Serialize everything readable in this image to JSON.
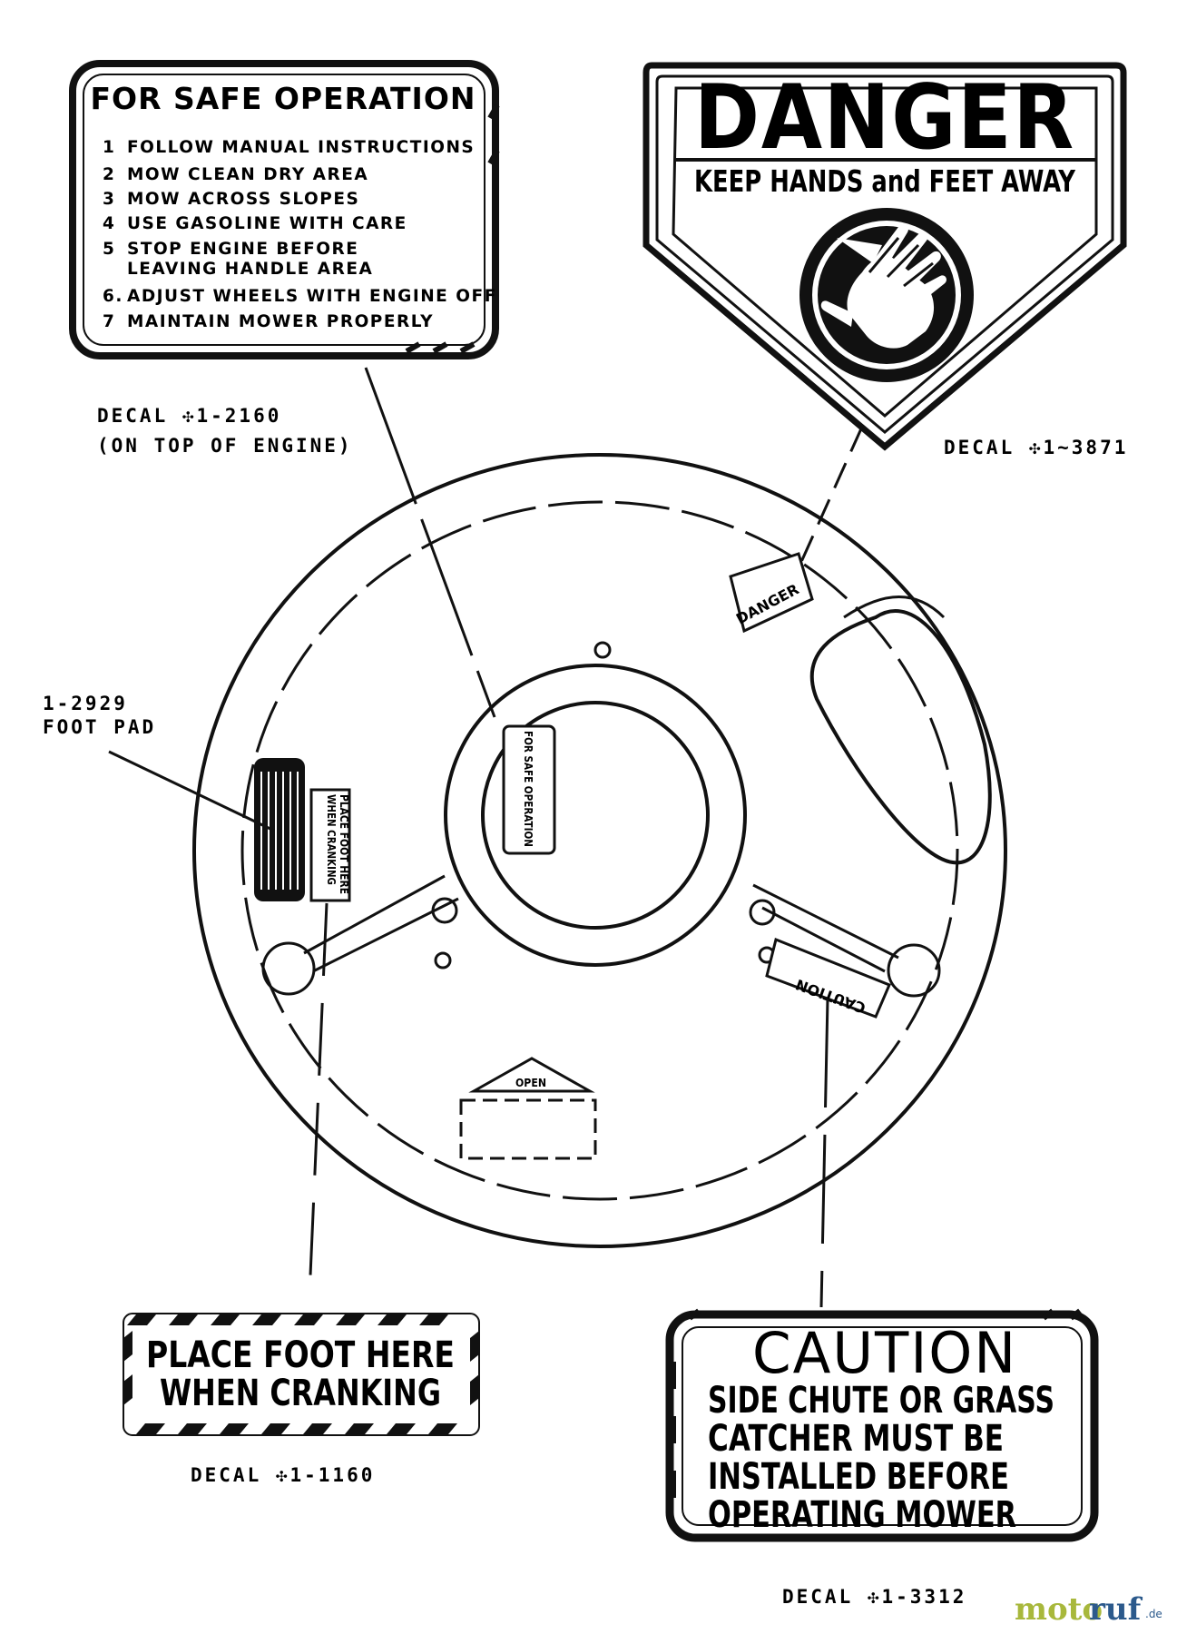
{
  "safe_operation_decal": {
    "title": "FOR SAFE OPERATION",
    "items": [
      {
        "num": "1",
        "text": "FOLLOW MANUAL INSTRUCTIONS"
      },
      {
        "num": "2",
        "text": "MOW CLEAN DRY AREA"
      },
      {
        "num": "3",
        "text": "MOW ACROSS SLOPES"
      },
      {
        "num": "4",
        "text": "USE GASOLINE WITH CARE"
      },
      {
        "num": "5",
        "text": "STOP ENGINE BEFORE"
      },
      {
        "num": "",
        "text": "LEAVING HANDLE AREA"
      },
      {
        "num": "6.",
        "text": "ADJUST WHEELS WITH ENGINE OFF"
      },
      {
        "num": "7",
        "text": "MAINTAIN MOWER PROPERLY"
      }
    ],
    "decal_label": "DECAL ✣1-2160",
    "decal_note": "(ON TOP OF ENGINE)"
  },
  "danger_decal": {
    "title": "DANGER",
    "subtitle": "KEEP HANDS and FEET AWAY",
    "decal_label": "DECAL ✣1~3871"
  },
  "foot_pad": {
    "part": "1-2929",
    "label": "FOOT PAD"
  },
  "foot_decal": {
    "line1": "PLACE FOOT HERE",
    "line2": "WHEN CRANKING",
    "decal_label": "DECAL ✣1-1160"
  },
  "caution_decal": {
    "title": "CAUTION",
    "lines": [
      "SIDE CHUTE OR GRASS",
      "CATCHER MUST BE",
      "INSTALLED BEFORE",
      "OPERATING MOWER"
    ],
    "decal_label": "DECAL ✣1-3312"
  },
  "deck_marks": {
    "danger_small": "DANGER",
    "safe_small": "FOR SAFE OPERATION",
    "foot_small_1": "PLACE FOOT HERE",
    "foot_small_2": "WHEN CRANKING",
    "caution_small": "CAUTION",
    "open_small": "OPEN"
  },
  "watermark": {
    "part1": "moto",
    "part2": "ruf",
    "suffix": ".de"
  }
}
